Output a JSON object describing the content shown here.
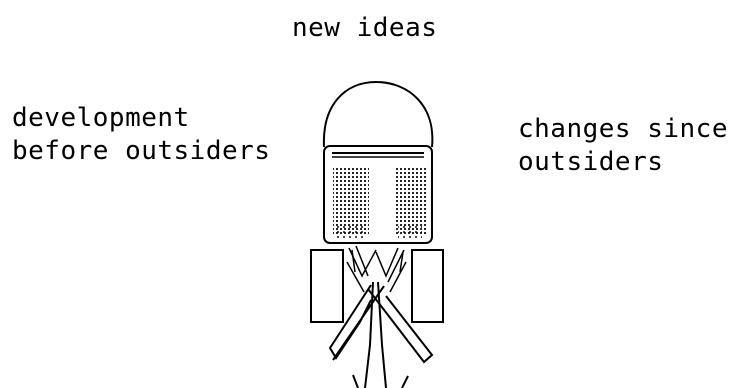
{
  "labels": {
    "top": "new ideas",
    "left": [
      "development",
      "before outsiders"
    ],
    "right": [
      "changes since",
      "outsiders"
    ]
  },
  "colors": {
    "ink": "#000000",
    "background": "#ffffff"
  }
}
